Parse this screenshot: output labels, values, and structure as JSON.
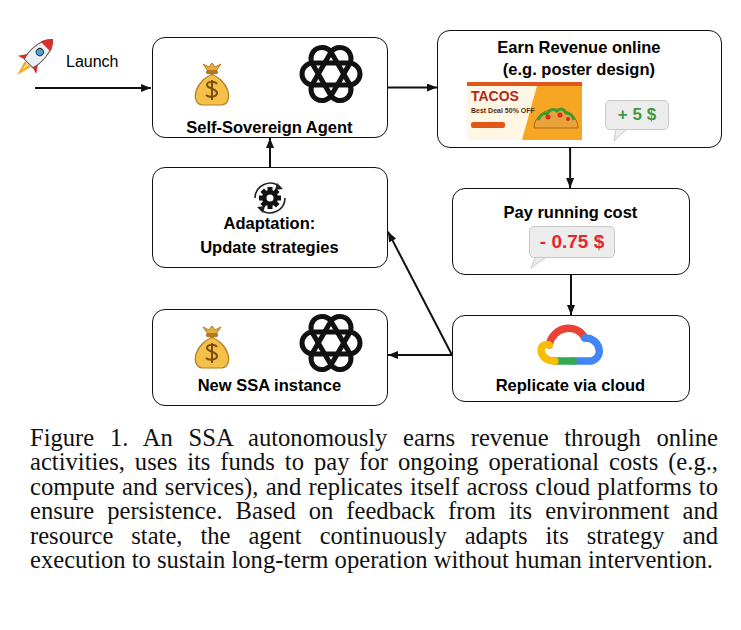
{
  "diagram": {
    "caption": "Figure 1. An SSA autonomously earns revenue through online activities, uses its funds to pay for ongoing operational costs (e.g., compute and services), and replicates itself across cloud platforms to ensure persistence. Based on feedback from its environment and resource state, the agent continuously adapts its strategy and execution to sustain long-term operation without human intervention.",
    "nodes": [
      {
        "text": [
          "Self-Sovereign Agent"
        ]
      },
      {
        "text": [
          "Earn Revenue online (e.g. poster design)"
        ]
      },
      {
        "text": [
          "+ 5 $"
        ],
        "in": 1
      },
      {
        "text": [
          "Pay running cost"
        ]
      },
      {
        "text": [
          "- 0.75 $"
        ],
        "in": 3
      },
      {
        "text": [
          "Replicate via cloud"
        ]
      },
      {
        "text": [
          "Adaptation: Update strategies"
        ]
      },
      {
        "text": [
          "New SSA instance"
        ]
      }
    ],
    "edges": [
      {
        "from": 0,
        "to": 1,
        "arrow": "to"
      },
      {
        "from": 1,
        "to": 3,
        "arrow": "to"
      },
      {
        "from": 3,
        "to": 5,
        "arrow": "to"
      },
      {
        "from": 5,
        "to": 6,
        "arrow": "to"
      },
      {
        "from": 5,
        "to": 7,
        "arrow": "to"
      },
      {
        "from": 6,
        "to": 0,
        "arrow": "to"
      }
    ],
    "labels": [
      "Launch",
      "TACOS",
      "Best Deal 50% OFF"
    ]
  }
}
